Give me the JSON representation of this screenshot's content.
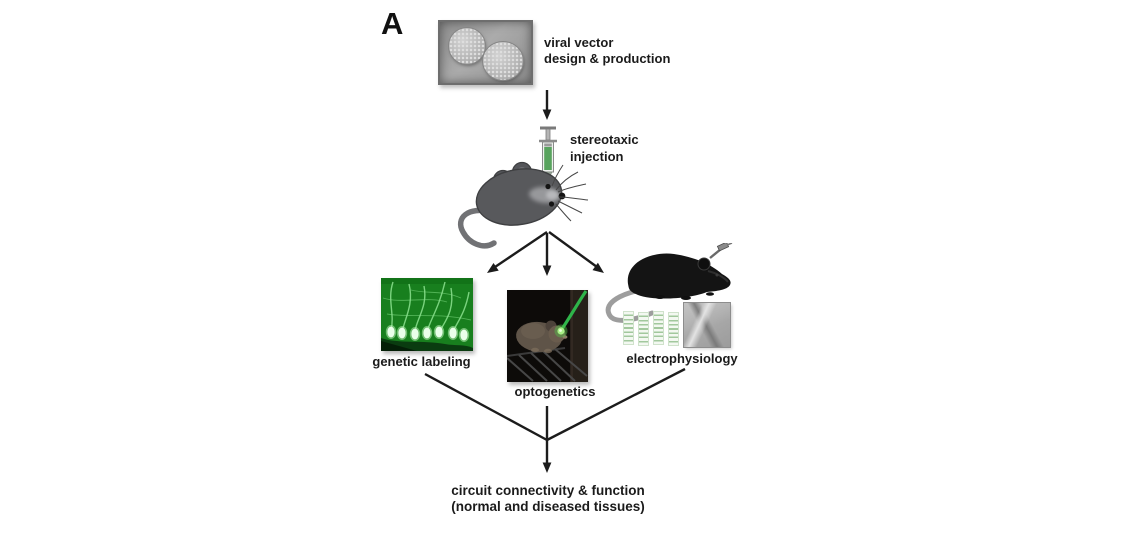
{
  "panel_label": "A",
  "flow": {
    "viral_vector": {
      "line1": "viral vector",
      "line2": "design & production",
      "image": "virus-electron-micrograph"
    },
    "stereotaxic_injection": {
      "line1": "stereotaxic",
      "line2": "injection",
      "image": "mouse-top-view-with-syringe"
    },
    "genetic_labeling": {
      "label": "genetic labeling",
      "image": "green-fluorescent-neurons-micrograph"
    },
    "optogenetics": {
      "label": "optogenetics",
      "image": "mouse-with-optical-fiber-photo"
    },
    "electrophysiology": {
      "label": "electrophysiology",
      "image": "mouse-with-headstage-spike-rasters-and-patch-pipette"
    },
    "outcome": {
      "line1": "circuit connectivity & function",
      "line2": "(normal and diseased tissues)"
    }
  },
  "colors": {
    "text": "#1b1b1b",
    "arrow": "#1c1c1c",
    "fluorescence_green": "#187f1e",
    "fiber_green": "#2fb54a",
    "syringe_green": "#58a35e"
  }
}
